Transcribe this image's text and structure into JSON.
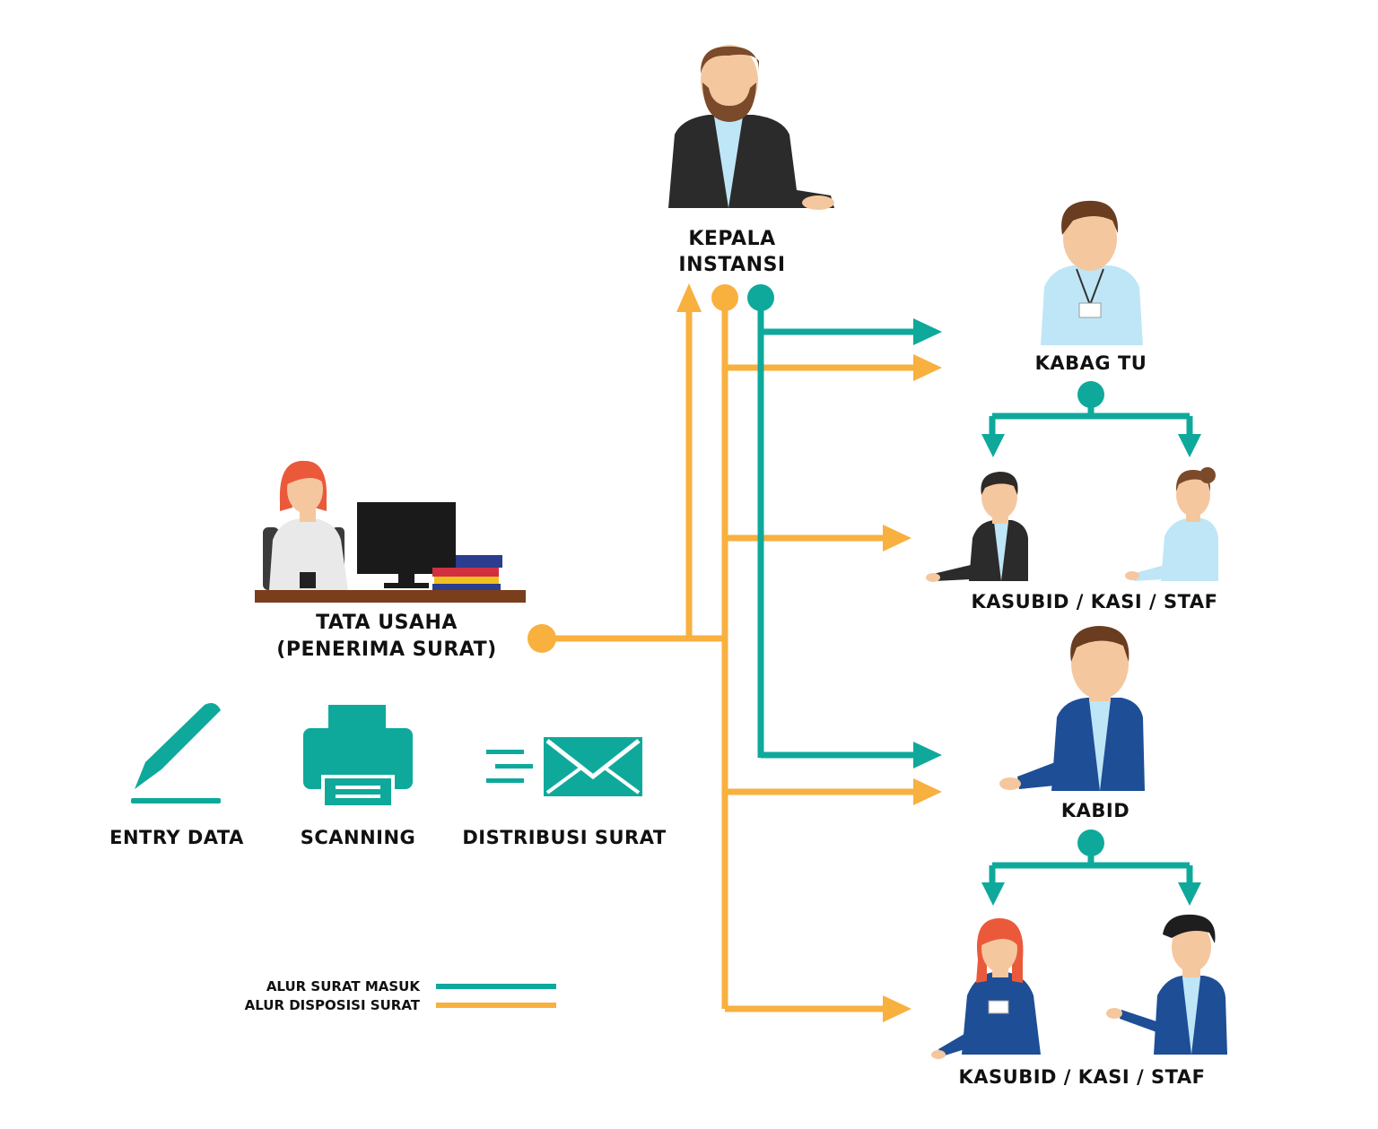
{
  "roles": {
    "kepala": [
      "KEPALA",
      "INSTANSI"
    ],
    "kabag": "KABAG TU",
    "staf_top": "KASUBID / KASI / STAF",
    "tata_usaha": [
      "TATA USAHA",
      "(PENERIMA SURAT)"
    ],
    "kabid": "KABID",
    "staf_bottom": "KASUBID / KASI / STAF"
  },
  "processes": [
    {
      "label": "ENTRY DATA",
      "icon": "pen-icon"
    },
    {
      "label": "SCANNING",
      "icon": "printer-icon"
    },
    {
      "label": "DISTRIBUSI SURAT",
      "icon": "envelope-icon"
    }
  ],
  "legend": [
    {
      "label": "ALUR SURAT MASUK",
      "color": "#0fa99c"
    },
    {
      "label": "ALUR DISPOSISI SURAT",
      "color": "#f8b03f"
    }
  ],
  "colors": {
    "teal": "#0fa99c",
    "orange": "#f8b03f",
    "skin": "#f5c79e",
    "hair_brown": "#7a4a2a",
    "hair_red": "#ea5a3a",
    "suit_dark": "#2b2b2b",
    "suit_blue": "#1e4e96",
    "shirt_light": "#bfe6f7"
  }
}
